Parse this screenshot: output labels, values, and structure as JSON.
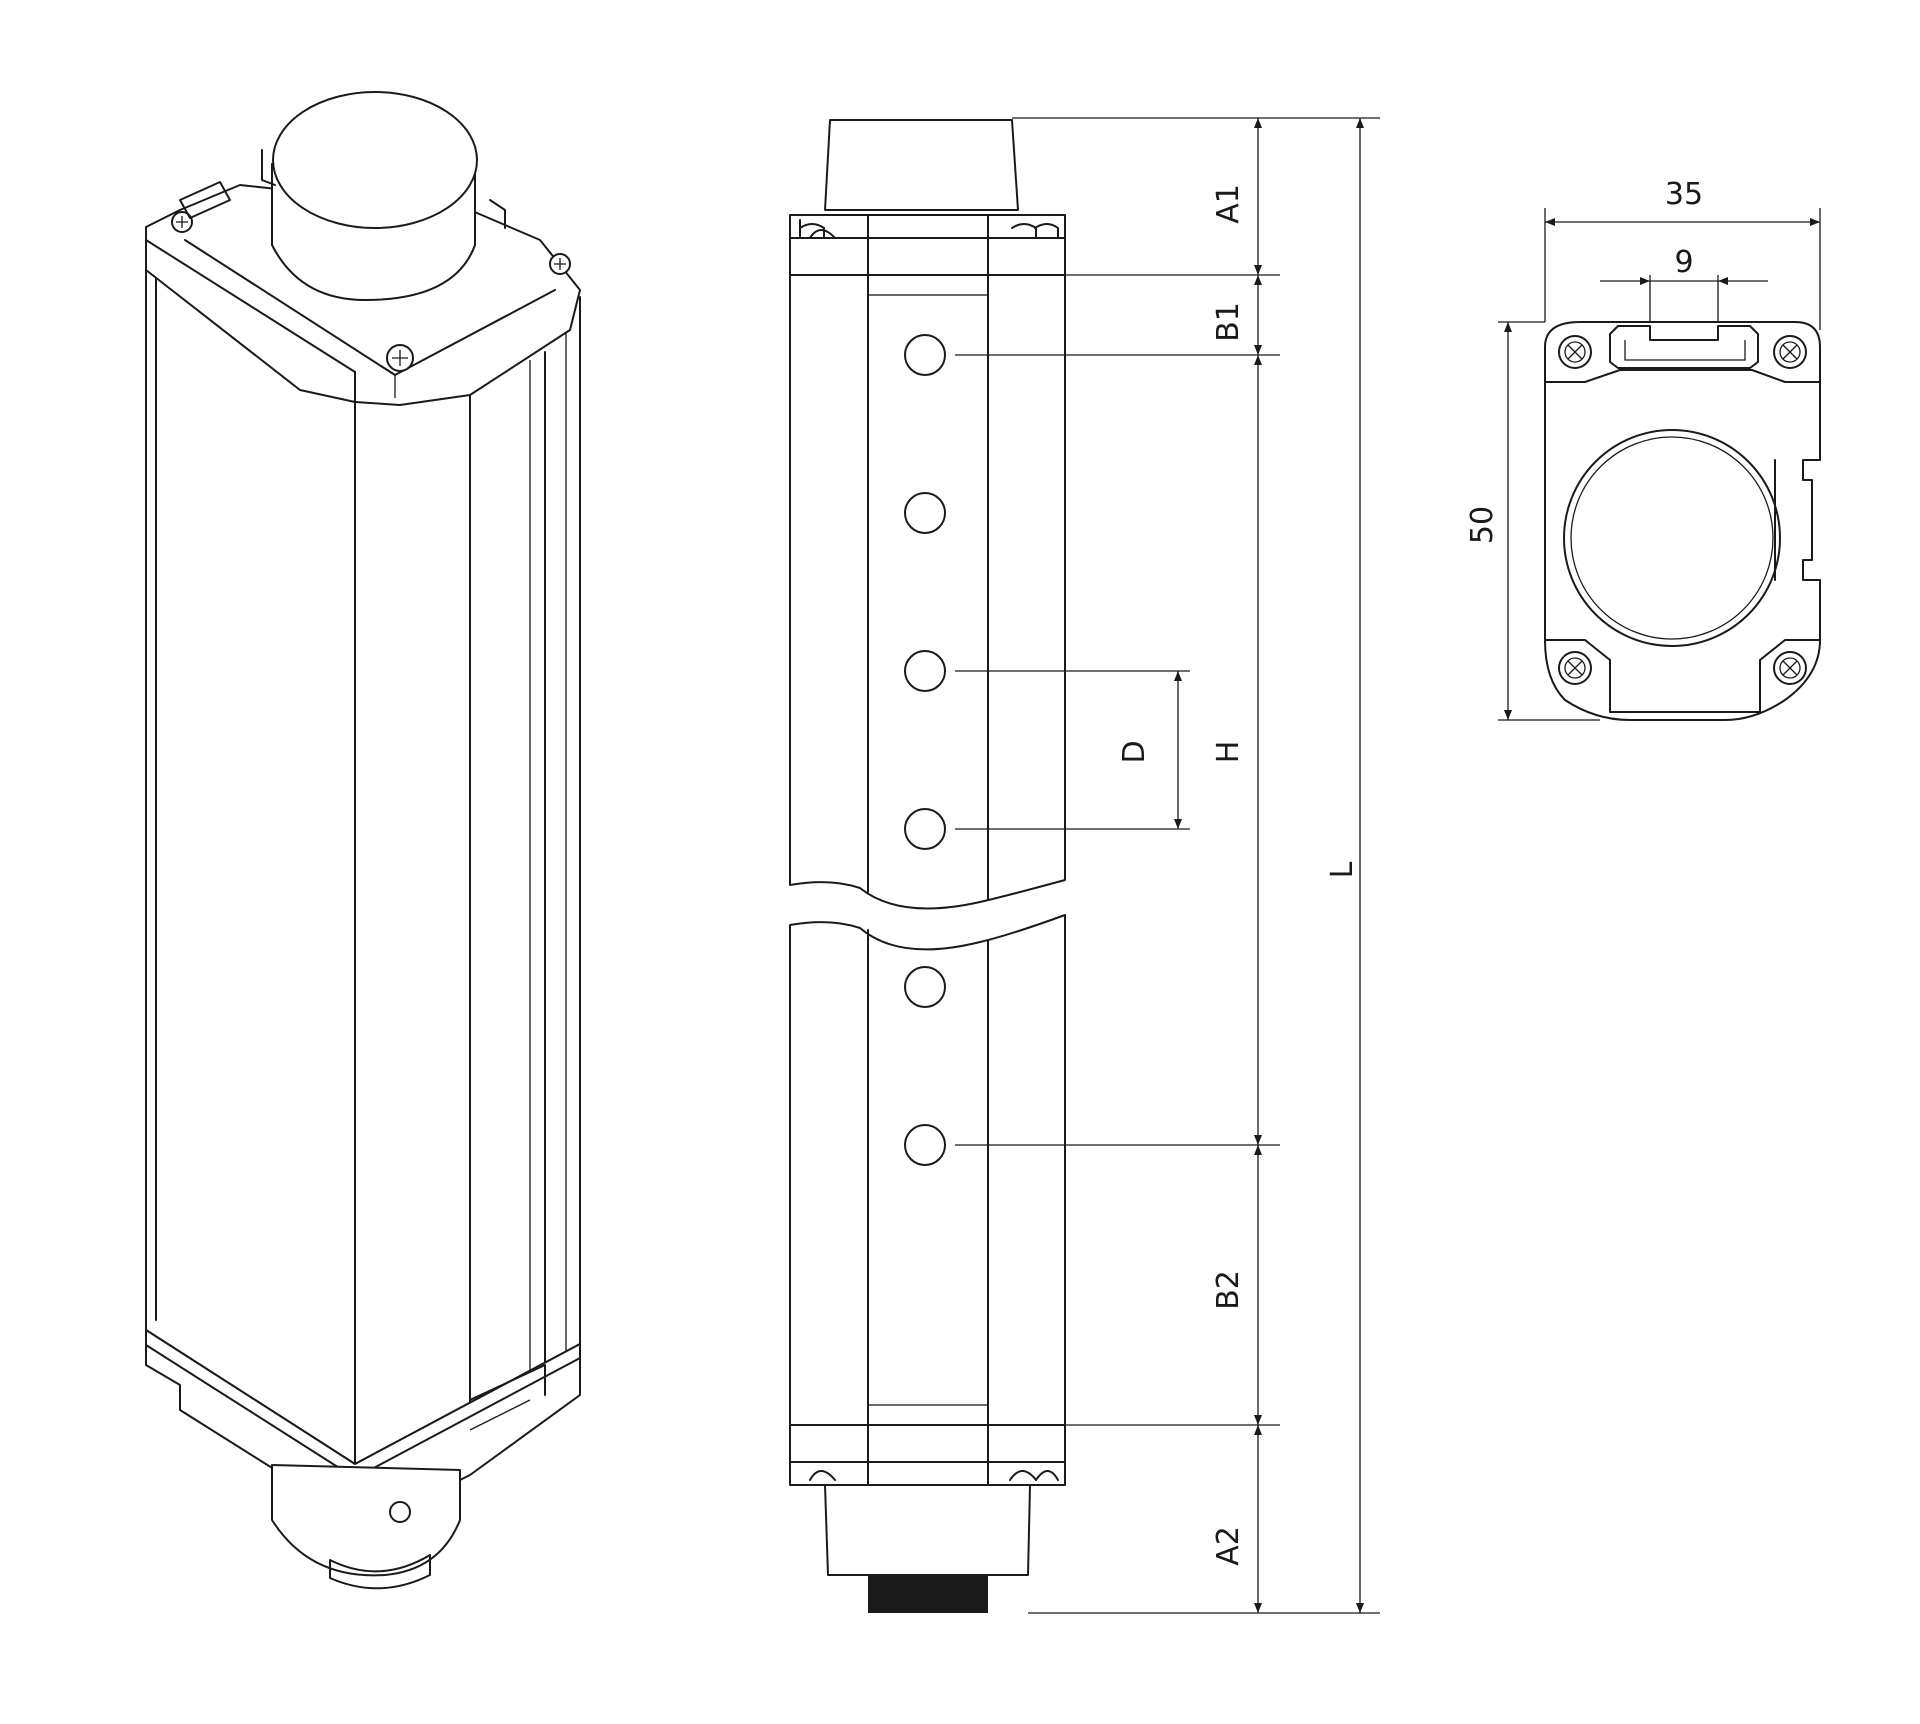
{
  "colors": {
    "line": "#1a1a1a",
    "background": "#ffffff"
  },
  "labels": {
    "a1": "A1",
    "b1": "B1",
    "h": "H",
    "d": "D",
    "l": "L",
    "b2": "B2",
    "a2": "A2",
    "width": "35",
    "slot": "9",
    "height": "50"
  }
}
